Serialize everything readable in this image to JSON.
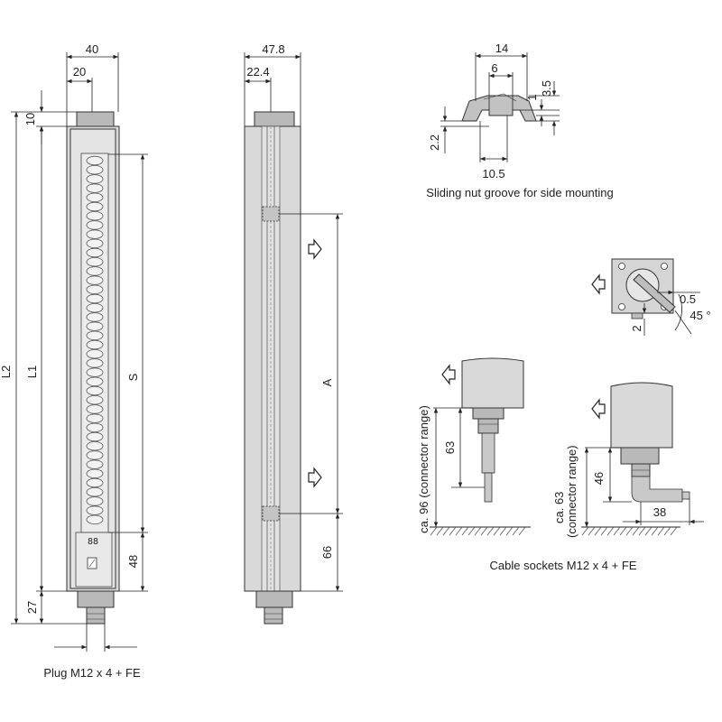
{
  "front_view": {
    "width": "40",
    "half_width": "20",
    "top_offset": "10",
    "length_total": "L2",
    "length_housing": "L1",
    "spacing": "S",
    "bottom_end": "48",
    "plug_length": "27",
    "caption": "Plug M12 x 4 + FE"
  },
  "side_view": {
    "width": "47.8",
    "half_width": "22.4",
    "mount_distance": "A",
    "bottom_end": "66"
  },
  "groove": {
    "top_width": "14",
    "inner_width": "6",
    "lip": "1",
    "height": "3.5",
    "depth": "2.2",
    "bottom_width": "10.5",
    "caption": "Sliding nut groove for side mounting"
  },
  "end_view": {
    "offset": "0.5",
    "gap": "2",
    "angle": "45 °"
  },
  "sockets": {
    "straight_length": "63",
    "straight_range": "ca. 96 (connector range)",
    "angled_length": "46",
    "angled_range_line1": "ca. 63",
    "angled_range_line2": "(connector range)",
    "angled_width": "38",
    "caption": "Cable sockets M12 x 4 + FE"
  }
}
